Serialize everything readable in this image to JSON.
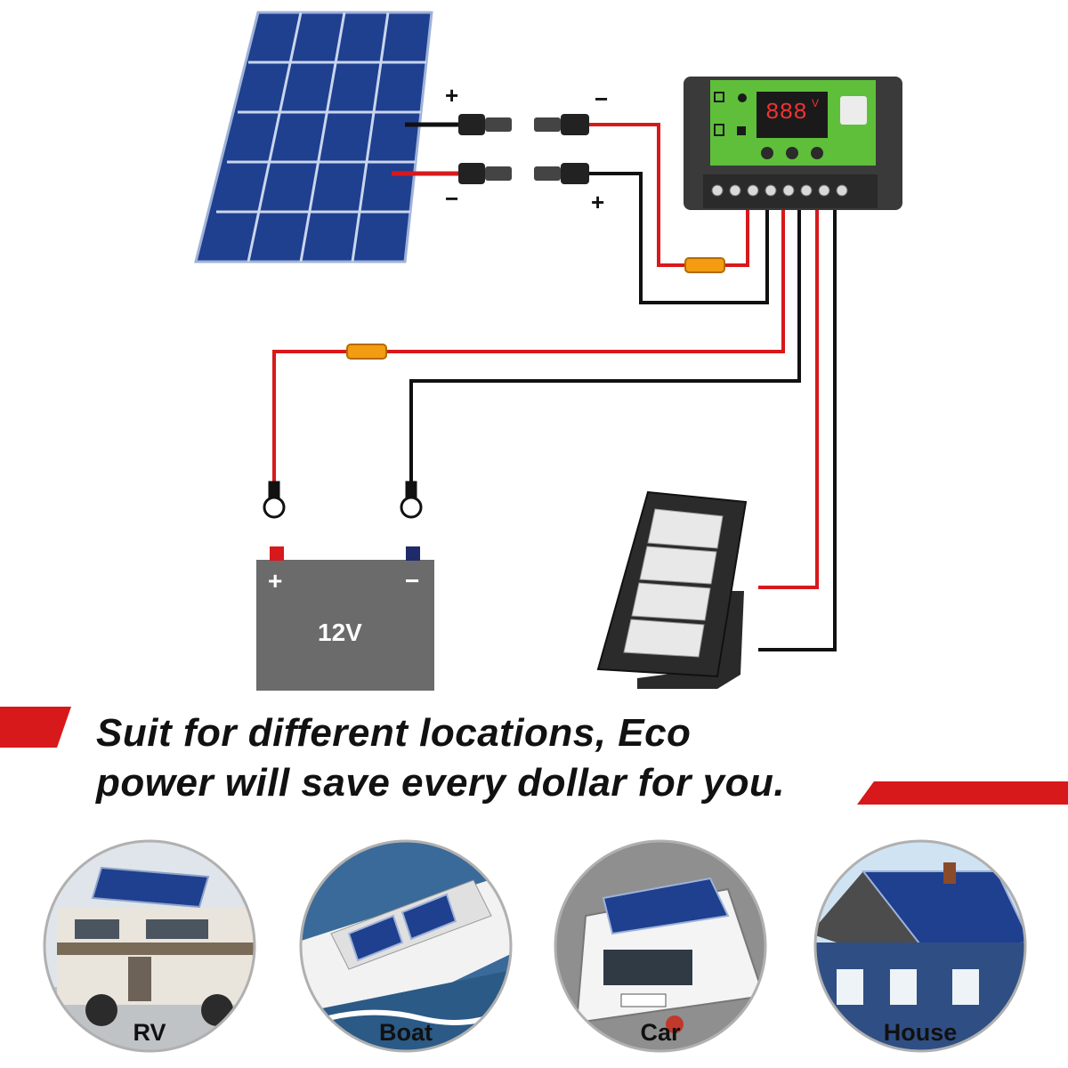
{
  "solar_panel": {
    "connector_labels": {
      "plus_top": "+",
      "minus_bottom": "−",
      "minus_top": "−",
      "plus_bottom": "+"
    }
  },
  "controller": {
    "display_text": "888",
    "display_unit": "V"
  },
  "battery": {
    "label": "12V",
    "plus": "+",
    "minus": "−",
    "colors": {
      "plus_terminal": "#d7191c",
      "minus_terminal": "#1f2a6b"
    }
  },
  "wire_colors": {
    "positive": "#d7191c",
    "negative": "#111111"
  },
  "tagline": {
    "line1": "Suit for different locations, Eco",
    "line2": "power will save every dollar for you."
  },
  "accent_color": "#d7191c",
  "locations": [
    {
      "label": "RV"
    },
    {
      "label": "Boat"
    },
    {
      "label": "Car"
    },
    {
      "label": "House"
    }
  ]
}
